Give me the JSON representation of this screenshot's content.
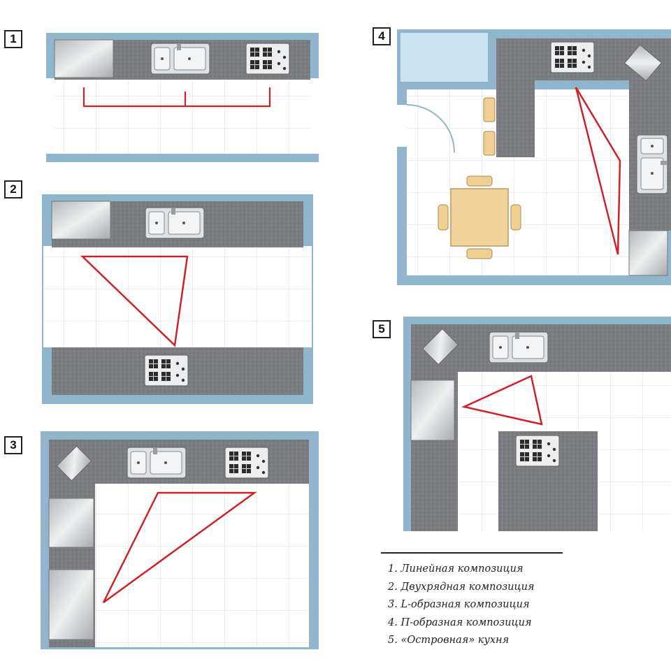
{
  "plans": [
    {
      "number": "1"
    },
    {
      "number": "2"
    },
    {
      "number": "3"
    },
    {
      "number": "4"
    },
    {
      "number": "5"
    }
  ],
  "legend": [
    "1. Линейная композиция",
    "2. Двухрядная композиция",
    "3. L-образная композиция",
    "4. П-образная композиция",
    "5. «Островная» кухня"
  ],
  "colors": {
    "wall": "#8fb6cc",
    "counter": "#7d7f83",
    "floor": "#ffffff",
    "grid": "#dde3e8",
    "triangle": "#cc2229",
    "table": "#f3d39c",
    "appliance": "#c8cbce"
  }
}
